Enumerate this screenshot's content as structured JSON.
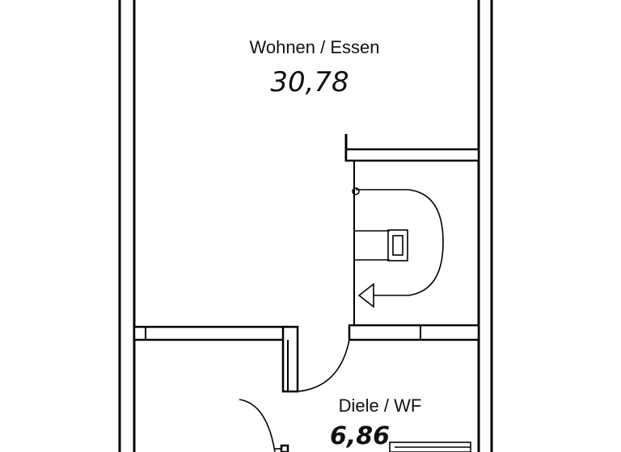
{
  "rooms": [
    {
      "name": "Wohnen / Essen",
      "area": "30,78"
    },
    {
      "name": "Diele / WF",
      "area": "6,86"
    }
  ]
}
